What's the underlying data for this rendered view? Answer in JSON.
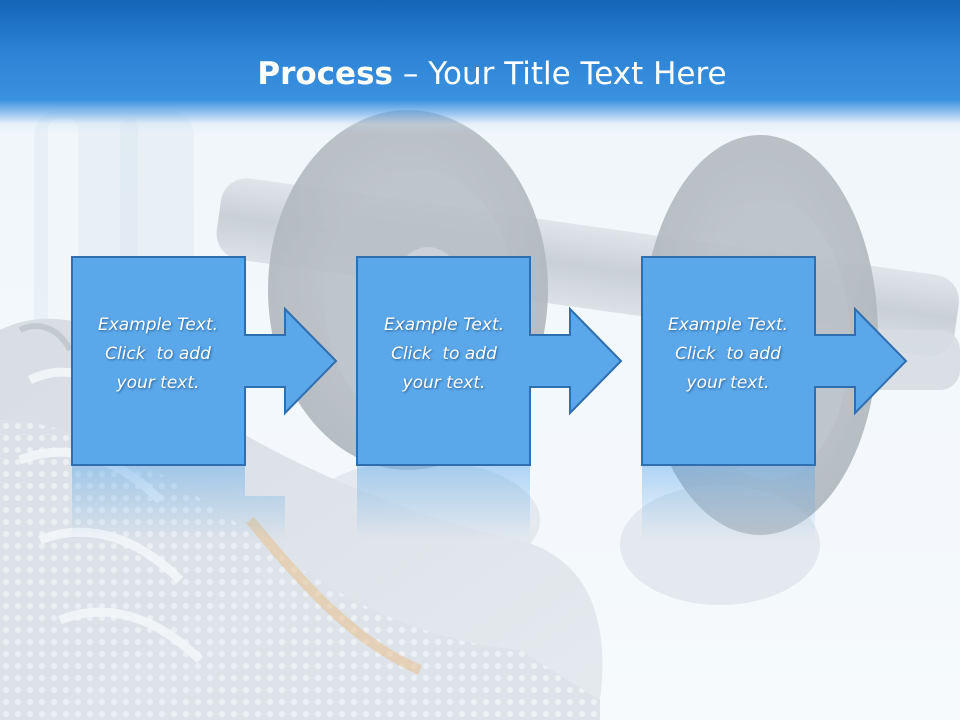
{
  "slide": {
    "title_bold": "Process",
    "title_rest": " – Your Title Text Here"
  },
  "steps": [
    {
      "lines": [
        "Example Text.",
        "Click  to add",
        "your text."
      ]
    },
    {
      "lines": [
        "Example Text.",
        "Click  to add",
        "your text."
      ]
    },
    {
      "lines": [
        "Example Text.",
        "Click  to add",
        "your text."
      ]
    }
  ],
  "colors": {
    "header": "#2d84d6",
    "box_fill": "#5aa7ea",
    "box_stroke": "#2f6fb0",
    "text": "#ffffff"
  },
  "icons": [
    "dumbbell-image",
    "sneaker-image",
    "water-bottle-image",
    "arrow-right-icon"
  ]
}
